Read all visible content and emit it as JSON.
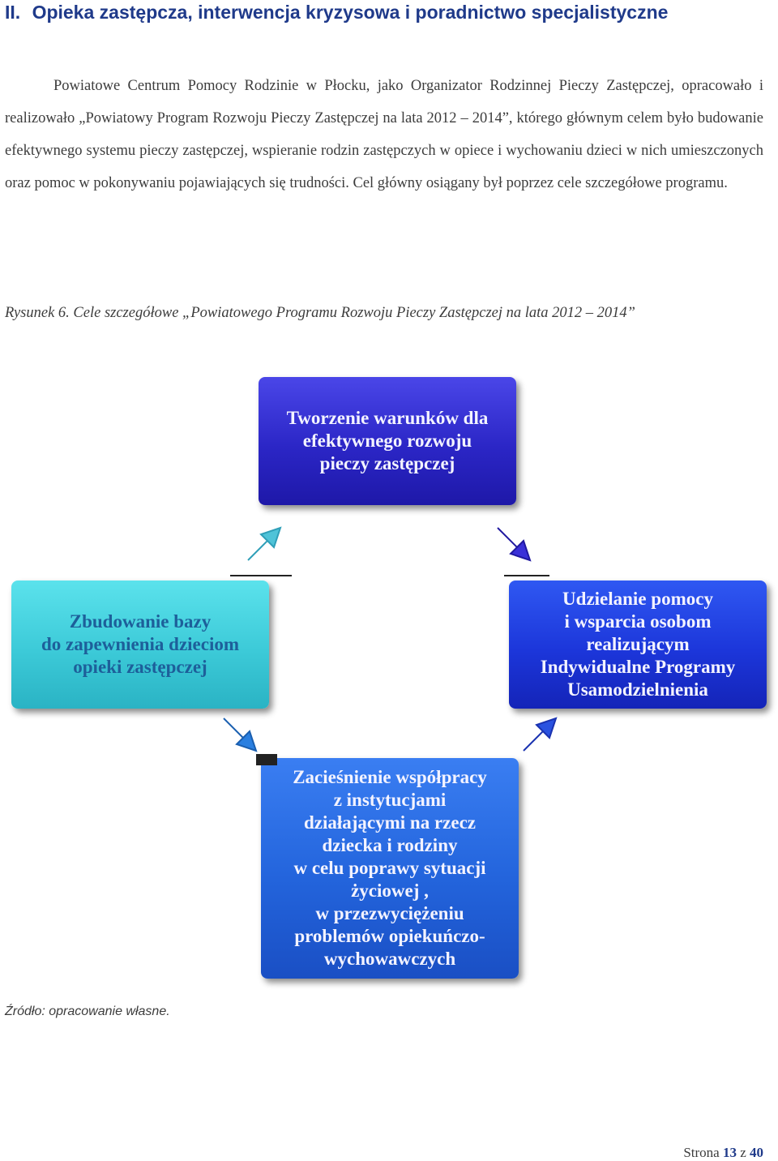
{
  "heading": {
    "number": "II.",
    "title": "Opieka zastępcza, interwencja kryzysowa i poradnictwo specjalistyczne"
  },
  "paragraph": "Powiatowe Centrum Pomocy Rodzinie w Płocku, jako Organizator Rodzinnej Pieczy Zastępczej, opracowało i realizowało „Powiatowy Program Rozwoju Pieczy Zastępczej na lata 2012 – 2014”, którego głównym celem było budowanie efektywnego systemu pieczy zastępczej, wspieranie rodzin zastępczych w opiece i wychowaniu dzieci w nich umieszczonych oraz pomoc w pokonywaniu pojawiających się trudności. Cel główny osiągany był poprzez cele szczegółowe programu.",
  "figure_caption": "Rysunek 6. Cele szczegółowe „Powiatowego Programu Rozwoju Pieczy Zastępczej na lata 2012 – 2014”",
  "diagram": {
    "top": [
      "Tworzenie warunków dla",
      "efektywnego rozwoju",
      "pieczy zastępczej"
    ],
    "left": [
      "Zbudowanie bazy",
      "do zapewnienia dzieciom",
      "opieki zastępczej"
    ],
    "right": [
      "Udzielanie pomocy",
      "i wsparcia osobom",
      "realizującym",
      "Indywidualne Programy",
      "Usamodzielnienia"
    ],
    "bottom": [
      "Zacieśnienie współpracy",
      "z instytucjami",
      "działającymi na rzecz",
      "dziecka i rodziny",
      "w celu poprawy sytuacji",
      "życiowej ,",
      "w przezwyciężeniu",
      "problemów opiekuńczo-",
      "wychowawczych"
    ]
  },
  "source": "Źródło: opracowanie własne.",
  "footer": {
    "prefix": "Strona",
    "page": "13",
    "sep": "z",
    "total": "40"
  },
  "colors": {
    "heading": "#1f3a8a",
    "box_top": "#2b26c6",
    "box_left": "#3ccad8",
    "box_right": "#1c36da",
    "box_bottom": "#2364dc",
    "arrow_top_left": "#4fc3d8",
    "arrow_top_right": "#3a30d8",
    "arrow_bottom": "#2a7fe0"
  }
}
